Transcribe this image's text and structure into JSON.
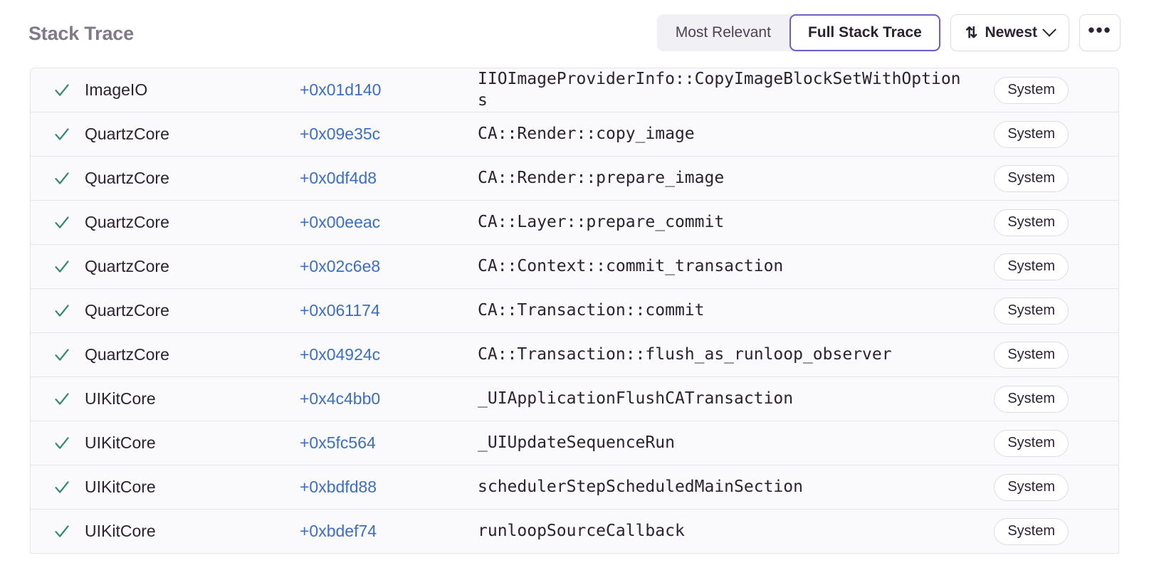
{
  "header": {
    "title": "Stack Trace",
    "segmented": {
      "options": [
        {
          "label": "Most Relevant",
          "selected": false
        },
        {
          "label": "Full Stack Trace",
          "selected": true
        }
      ]
    },
    "sort": {
      "icon": "sort-arrows-icon",
      "label": "Newest",
      "chevron": "chevron-down-icon"
    },
    "more": {
      "label": "•••",
      "icon": "ellipsis-icon"
    },
    "accent_color": "#6c5fc7",
    "title_color": "#80788b"
  },
  "table": {
    "check_icon": "checkmark-icon",
    "check_color": "#2f8a68",
    "link_color": "#3b6ecc",
    "row_background": "#faf9fb",
    "border_color": "#e6e3ec",
    "rows": [
      {
        "checked": true,
        "module": "ImageIO",
        "offset": "+0x01d140",
        "function": "IIOImageProviderInfo::CopyImageBlockSetWithOptions",
        "badge": "System"
      },
      {
        "checked": true,
        "module": "QuartzCore",
        "offset": "+0x09e35c",
        "function": "CA::Render::copy_image",
        "badge": "System"
      },
      {
        "checked": true,
        "module": "QuartzCore",
        "offset": "+0x0df4d8",
        "function": "CA::Render::prepare_image",
        "badge": "System"
      },
      {
        "checked": true,
        "module": "QuartzCore",
        "offset": "+0x00eeac",
        "function": "CA::Layer::prepare_commit",
        "badge": "System"
      },
      {
        "checked": true,
        "module": "QuartzCore",
        "offset": "+0x02c6e8",
        "function": "CA::Context::commit_transaction",
        "badge": "System"
      },
      {
        "checked": true,
        "module": "QuartzCore",
        "offset": "+0x061174",
        "function": "CA::Transaction::commit",
        "badge": "System"
      },
      {
        "checked": true,
        "module": "QuartzCore",
        "offset": "+0x04924c",
        "function": "CA::Transaction::flush_as_runloop_observer",
        "badge": "System"
      },
      {
        "checked": true,
        "module": "UIKitCore",
        "offset": "+0x4c4bb0",
        "function": "_UIApplicationFlushCATransaction",
        "badge": "System"
      },
      {
        "checked": true,
        "module": "UIKitCore",
        "offset": "+0x5fc564",
        "function": "_UIUpdateSequenceRun",
        "badge": "System"
      },
      {
        "checked": true,
        "module": "UIKitCore",
        "offset": "+0xbdfd88",
        "function": "schedulerStepScheduledMainSection",
        "badge": "System"
      },
      {
        "checked": true,
        "module": "UIKitCore",
        "offset": "+0xbdef74",
        "function": "runloopSourceCallback",
        "badge": "System"
      }
    ]
  }
}
